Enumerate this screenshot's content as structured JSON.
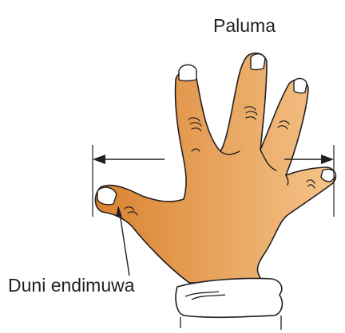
{
  "labels": {
    "top": "Paluma",
    "bottom_left": "Duni endimuwa"
  },
  "colors": {
    "skin_dark": "#d9822f",
    "skin_light": "#f5c48a",
    "outline": "#231f20",
    "nail": "#ffffff",
    "sleeve": "#ffffff"
  },
  "icons": {
    "hand": "spread-hand-illustration",
    "measure": "double-headed-arrow"
  }
}
